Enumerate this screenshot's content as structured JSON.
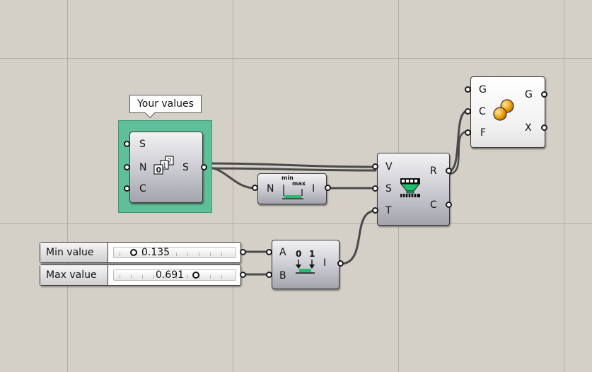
{
  "tooltip": {
    "text": "Your values"
  },
  "random_node": {
    "inputs": [
      "S",
      "N",
      "C"
    ],
    "outputs": [
      "S"
    ]
  },
  "bounds_node": {
    "inputs": [
      "N"
    ],
    "outputs": [
      "I"
    ],
    "icon_text_min": "min",
    "icon_text_max": "max"
  },
  "remap_node": {
    "inputs": [
      "V",
      "S",
      "T"
    ],
    "outputs": [
      "R",
      "C"
    ]
  },
  "construct_domain_node": {
    "inputs": [
      "A",
      "B"
    ],
    "outputs": [
      "I"
    ],
    "icon_text_a": "0",
    "icon_text_b": "1"
  },
  "preview_node": {
    "inputs": [
      "G",
      "C",
      "F"
    ],
    "outputs": [
      "G",
      "X"
    ]
  },
  "sliders": [
    {
      "label": "Min value",
      "value": "0.135",
      "fraction": 0.135
    },
    {
      "label": "Max value",
      "value": "0.691",
      "fraction": 0.691
    }
  ],
  "colors": {
    "canvas": "#d4d0c8",
    "selection": "#5fbf98",
    "accent_green": "#1fbf6b",
    "preview_orange": "#f2a20c"
  }
}
